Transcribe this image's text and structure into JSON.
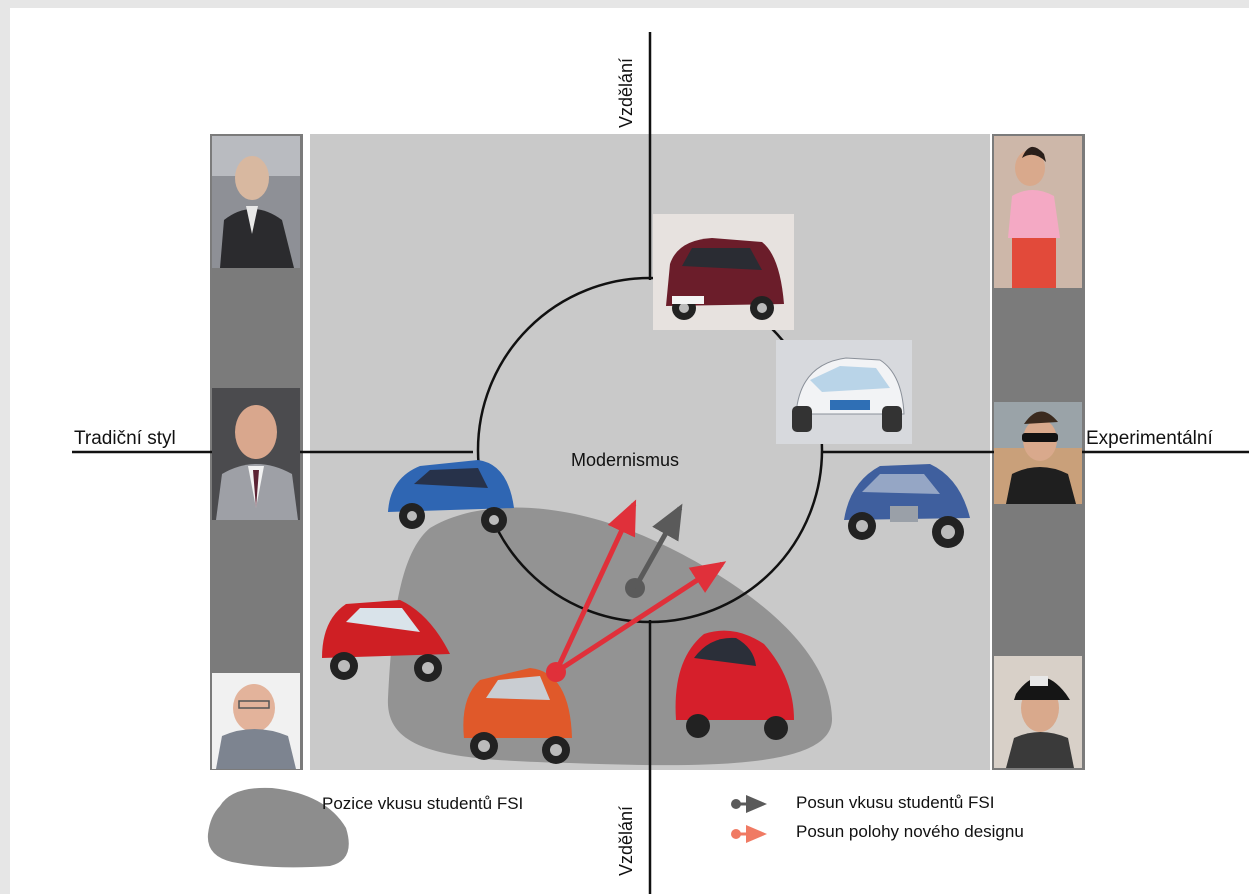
{
  "axes": {
    "top": "Vzdělání",
    "bottom": "Vzdělání",
    "left": "Tradiční styl",
    "right": "Experimentální"
  },
  "center_label": "Modernismus",
  "legend": {
    "shape_label": "Pozice vkusu studentů FSI",
    "gray_arrow_label": "Posun vkusu studentů FSI",
    "red_arrow_label": "Posun polohy nového designu"
  },
  "colors": {
    "panel": "#c9c9c9",
    "side_strip": "#7b7b7b",
    "student_zone": "#8d8d8d",
    "gray_arrow": "#5a5a5a",
    "red_arrow": "#e0303a",
    "legend_red": "#f07a63"
  },
  "images": [
    "man-in-suit-portrait",
    "smiling-man-in-suit-portrait",
    "older-man-with-glasses-portrait",
    "young-man-pink-shirt-portrait",
    "young-man-sunglasses-portrait",
    "man-black-cap-portrait",
    "smart-fortwo-car",
    "renault-twizy-car",
    "blue-concept-quadricycle",
    "blue-microcar",
    "red-microcar",
    "orange-microcar",
    "red-bubble-microcar"
  ]
}
